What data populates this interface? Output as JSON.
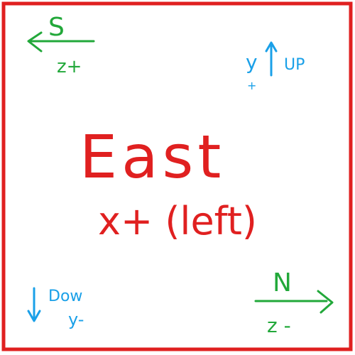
{
  "canvas": {
    "border_color": "#e02020",
    "background": "#ffffff"
  },
  "colors": {
    "red": "#e02020",
    "green": "#22a83a",
    "blue": "#1aa0e8"
  },
  "center": {
    "title": "East",
    "subtitle": "x+ (left)"
  },
  "top_left": {
    "label": "S",
    "axis": "z+",
    "arrow": "left-arrow"
  },
  "top_right": {
    "axis_letter": "y",
    "plus": "+",
    "label": "UP",
    "arrow": "up-arrow"
  },
  "bottom_left": {
    "label": "Dow",
    "axis": "y-",
    "arrow": "down-arrow"
  },
  "bottom_right": {
    "label": "N",
    "axis": "z -",
    "arrow": "right-arrow"
  }
}
